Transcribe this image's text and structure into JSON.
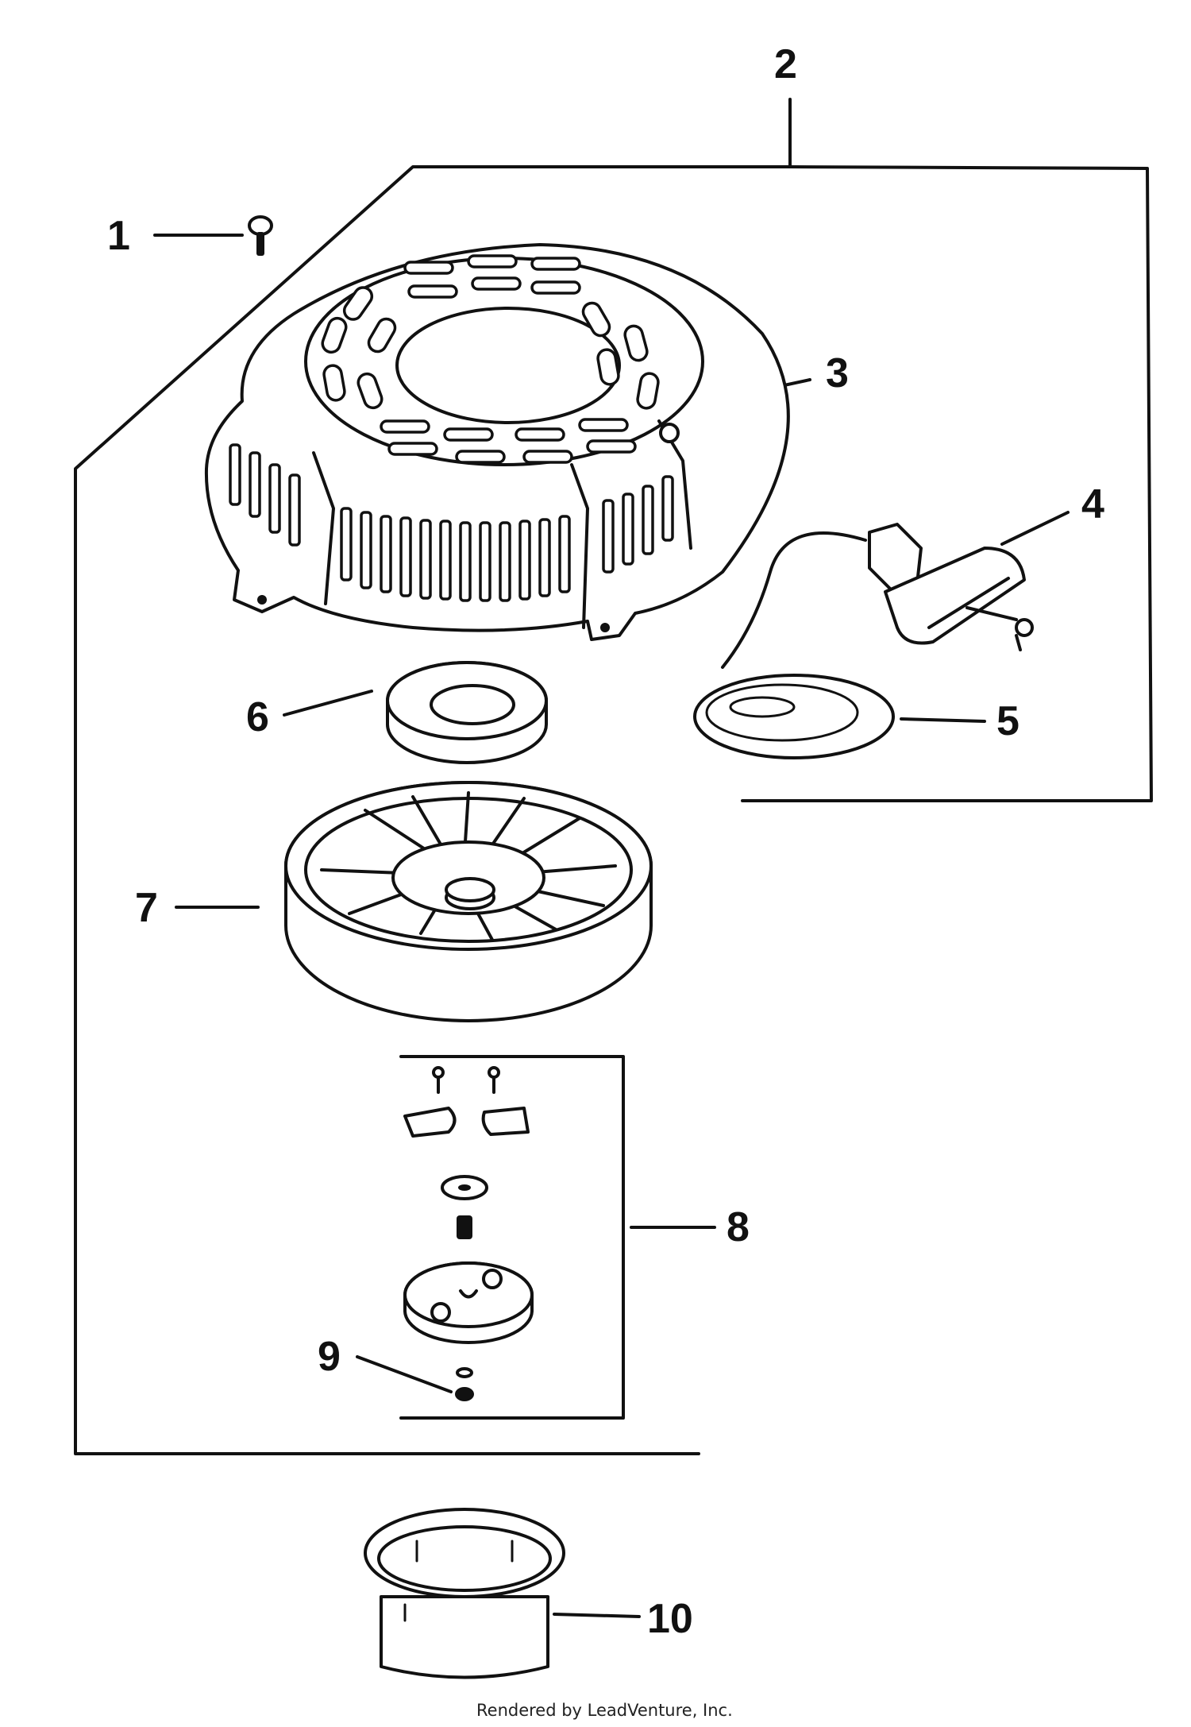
{
  "diagram": {
    "callouts": [
      {
        "id": "1",
        "label": "1"
      },
      {
        "id": "2",
        "label": "2"
      },
      {
        "id": "3",
        "label": "3"
      },
      {
        "id": "4",
        "label": "4"
      },
      {
        "id": "5",
        "label": "5"
      },
      {
        "id": "6",
        "label": "6"
      },
      {
        "id": "7",
        "label": "7"
      },
      {
        "id": "8",
        "label": "8"
      },
      {
        "id": "9",
        "label": "9"
      },
      {
        "id": "10",
        "label": "10"
      }
    ],
    "footer": "Rendered by LeadVenture, Inc."
  }
}
